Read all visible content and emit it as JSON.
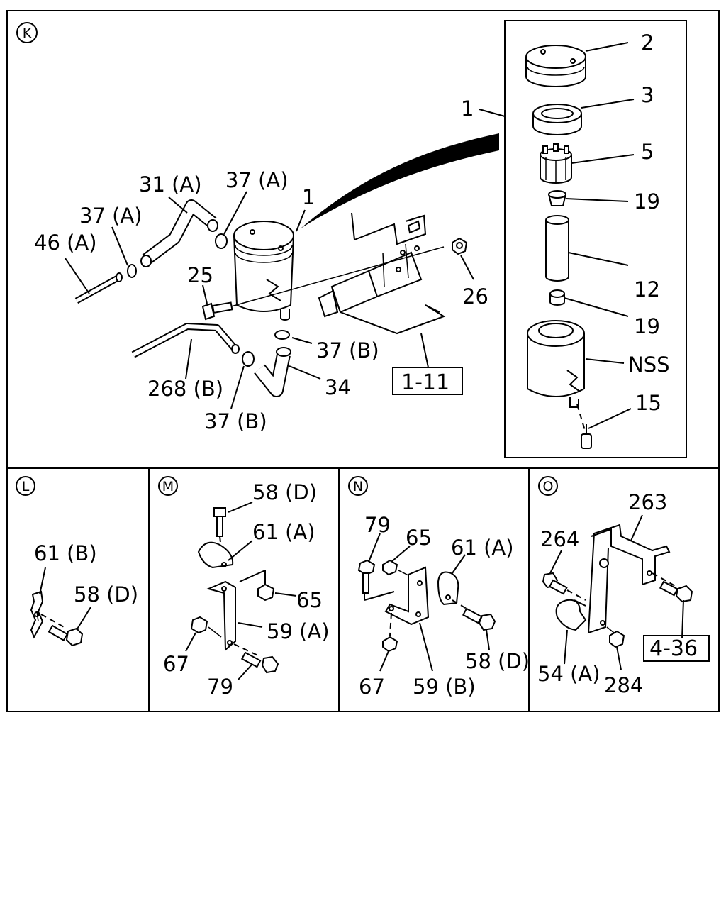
{
  "sections": {
    "k": {
      "letter": "K"
    },
    "l": {
      "letter": "L"
    },
    "m": {
      "letter": "M"
    },
    "n": {
      "letter": "N"
    },
    "o": {
      "letter": "O"
    }
  },
  "labels": {
    "k": {
      "p2": "2",
      "p3": "3",
      "p1_inset": "1",
      "p5": "5",
      "p19a": "19",
      "p12": "12",
      "p19b": "19",
      "pnss": "NSS",
      "p15": "15",
      "p31a": "31 (A)",
      "p37a_top": "37 (A)",
      "p1": "1",
      "p37a_left": "37 (A)",
      "p46a": "46 (A)",
      "p25": "25",
      "p26": "26",
      "p37b_right": "37 (B)",
      "p268b": "268 (B)",
      "p34": "34",
      "p37b_bottom": "37 (B)",
      "ref_1_11": "1-11"
    },
    "l": {
      "p61b": "61 (B)",
      "p58d": "58 (D)"
    },
    "m": {
      "p58d": "58 (D)",
      "p61a": "61 (A)",
      "p65": "65",
      "p59a": "59 (A)",
      "p67": "67",
      "p79": "79"
    },
    "n": {
      "p79": "79",
      "p65": "65",
      "p61a": "61 (A)",
      "p58d": "58 (D)",
      "p67": "67",
      "p59b": "59 (B)"
    },
    "o": {
      "p263": "263",
      "p264": "264",
      "ref_4_36": "4-36",
      "p54a": "54 (A)",
      "p284": "284"
    }
  }
}
